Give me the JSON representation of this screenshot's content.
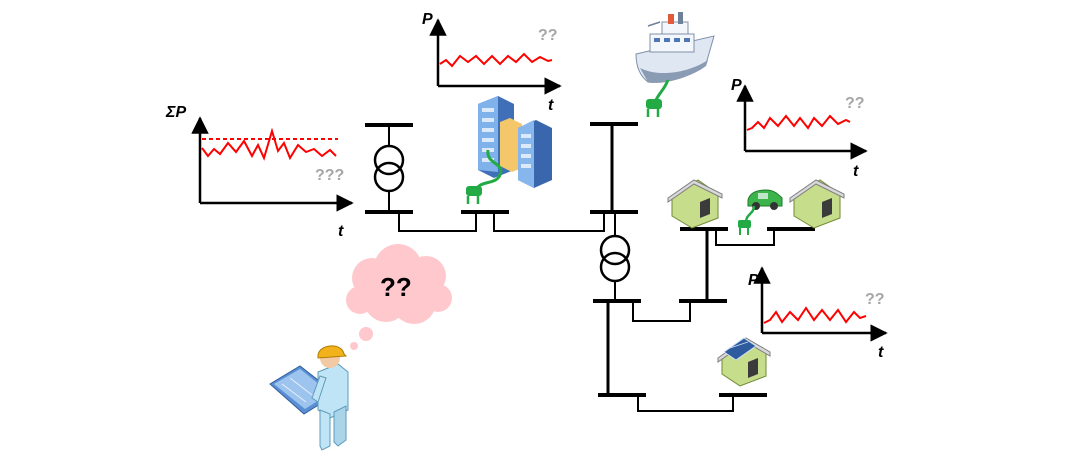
{
  "charts": {
    "total": {
      "ylabel": "ΣP",
      "xlabel": "t",
      "unknown": "???"
    },
    "datacenter": {
      "ylabel": "P",
      "xlabel": "t",
      "unknown": "??"
    },
    "ship": {
      "ylabel": "P",
      "xlabel": "t",
      "unknown": "??"
    },
    "solar_house": {
      "ylabel": "P",
      "xlabel": "t",
      "unknown": "??"
    }
  },
  "engineer": {
    "thought": "??"
  },
  "colors": {
    "line": "#000000",
    "series": "#ff0000",
    "plug": "#22aa44",
    "unknown_text": "#a6a6a6",
    "bubble": "#ffc8cc",
    "house_wall": "#c6dd8c",
    "roof": "#d9d9d9",
    "building": "#5b8fd4",
    "ship_hull": "#e8eef6",
    "car": "#3cb44b",
    "helmet": "#f2b21b",
    "shirt": "#bfe4f5"
  },
  "icons": [
    "transformer-icon",
    "datacenter-icon",
    "ship-icon",
    "house-icon",
    "electric-car-icon",
    "solar-house-icon",
    "engineer-icon",
    "plug-icon",
    "thought-bubble-icon"
  ]
}
